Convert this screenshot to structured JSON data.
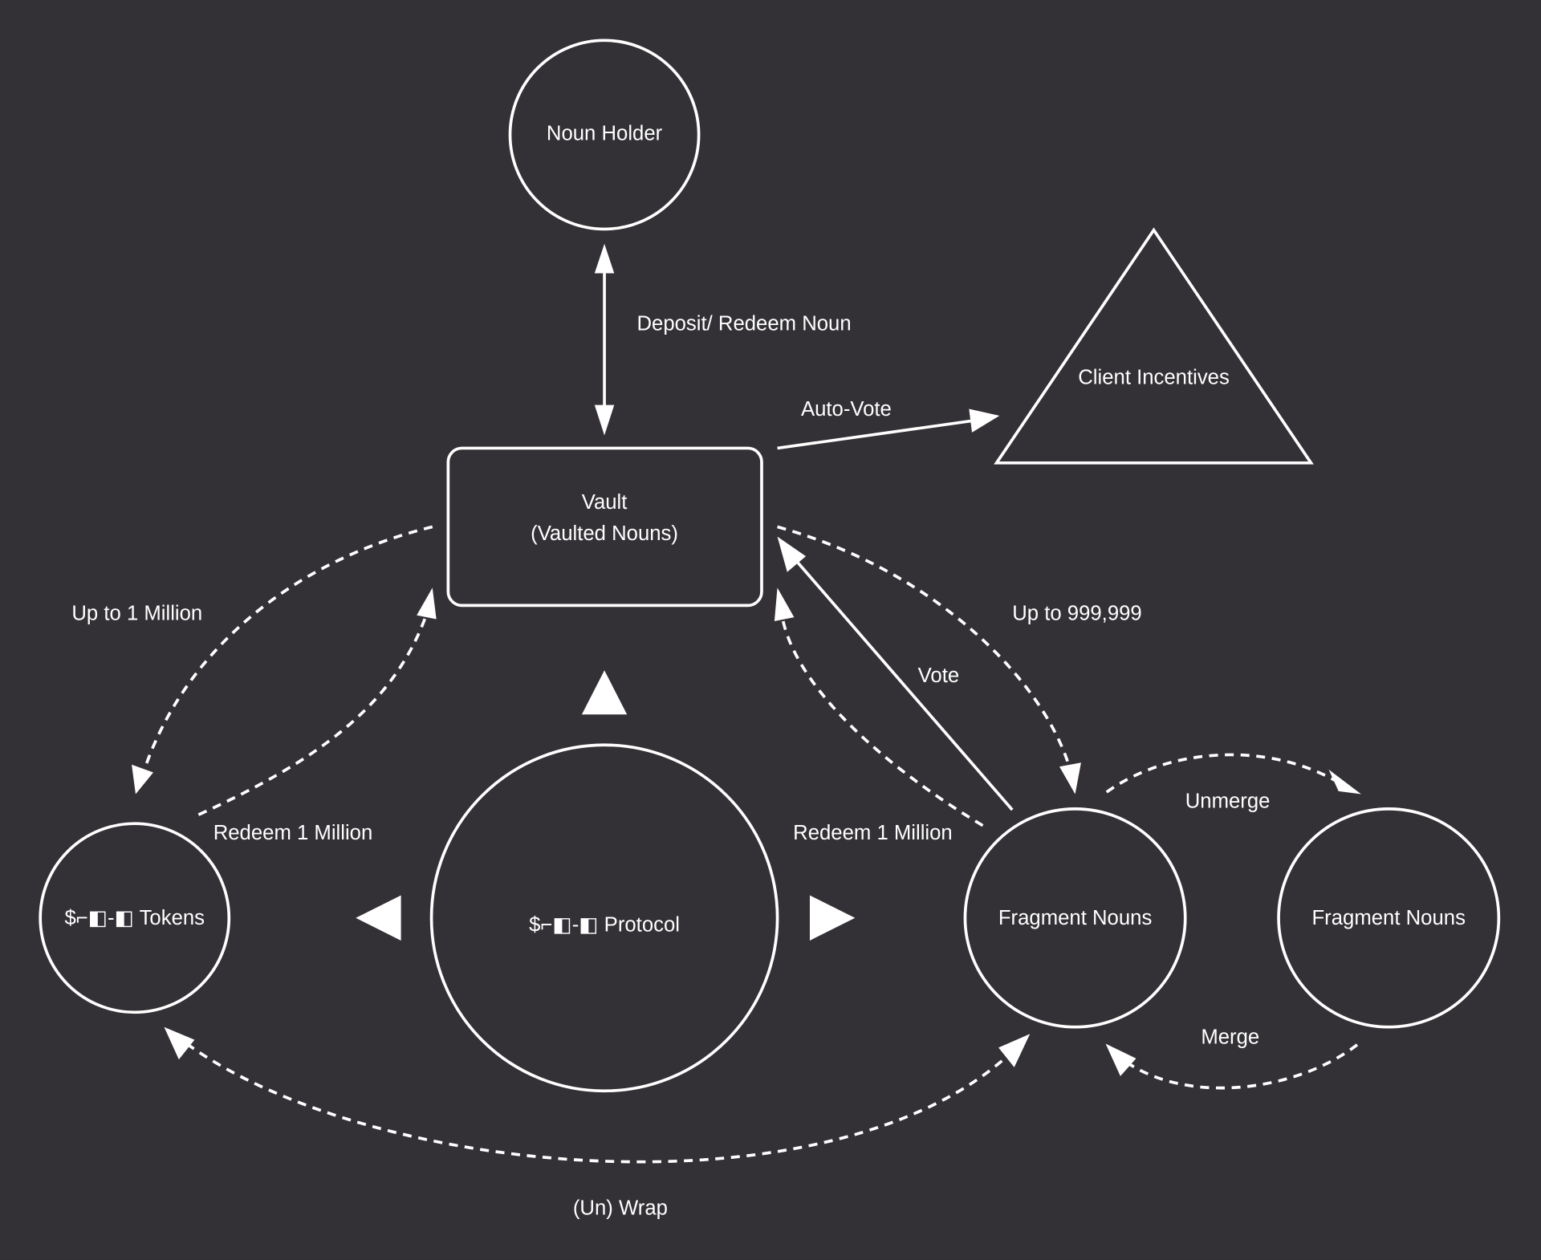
{
  "colors": {
    "background": "#333135",
    "stroke": "#ffffff",
    "text": "#ffffff"
  },
  "nodes": {
    "noun_holder": {
      "label": "Noun Holder",
      "shape": "circle"
    },
    "vault": {
      "line1": "Vault",
      "line2": "(Vaulted Nouns)",
      "shape": "rounded-rectangle"
    },
    "client_incentives": {
      "label": "Client Incentives",
      "shape": "triangle"
    },
    "tokens": {
      "label": "$⌐◧-◧ Tokens",
      "shape": "circle"
    },
    "protocol": {
      "label": "$⌐◧-◧ Protocol",
      "shape": "circle"
    },
    "fragment_nouns_a": {
      "label": "Fragment Nouns",
      "shape": "circle"
    },
    "fragment_nouns_b": {
      "label": "Fragment Nouns",
      "shape": "circle"
    }
  },
  "edges": {
    "deposit_redeem": {
      "label": "Deposit/ Redeem Noun",
      "from": "noun_holder",
      "to": "vault",
      "style": "solid",
      "direction": "both"
    },
    "auto_vote": {
      "label": "Auto-Vote",
      "from": "vault",
      "to": "client_incentives",
      "style": "solid",
      "direction": "forward"
    },
    "up_to_1m": {
      "label": "Up to 1 Million",
      "from": "vault",
      "to": "tokens",
      "style": "dashed",
      "direction": "forward"
    },
    "redeem_tokens": {
      "label": "Redeem 1 Million",
      "from": "tokens",
      "to": "vault",
      "style": "dashed",
      "direction": "forward"
    },
    "up_to_999999": {
      "label": "Up to 999,999",
      "from": "vault",
      "to": "fragment_nouns_a",
      "style": "dashed",
      "direction": "forward"
    },
    "redeem_fragments": {
      "label": "Redeem 1 Million",
      "from": "fragment_nouns_a",
      "to": "vault",
      "style": "dashed",
      "direction": "forward"
    },
    "vote": {
      "label": "Vote",
      "from": "fragment_nouns_a",
      "to": "vault",
      "style": "solid",
      "direction": "forward"
    },
    "unmerge": {
      "label": "Unmerge",
      "from": "fragment_nouns_a",
      "to": "fragment_nouns_b",
      "style": "dashed",
      "direction": "forward"
    },
    "merge": {
      "label": "Merge",
      "from": "fragment_nouns_b",
      "to": "fragment_nouns_a",
      "style": "dashed",
      "direction": "forward"
    },
    "wrap": {
      "label": "(Un) Wrap",
      "from": "tokens",
      "to": "fragment_nouns_a",
      "style": "dashed",
      "direction": "both"
    }
  },
  "protocol_pointers": [
    "up-triangle",
    "left-triangle",
    "right-triangle"
  ]
}
